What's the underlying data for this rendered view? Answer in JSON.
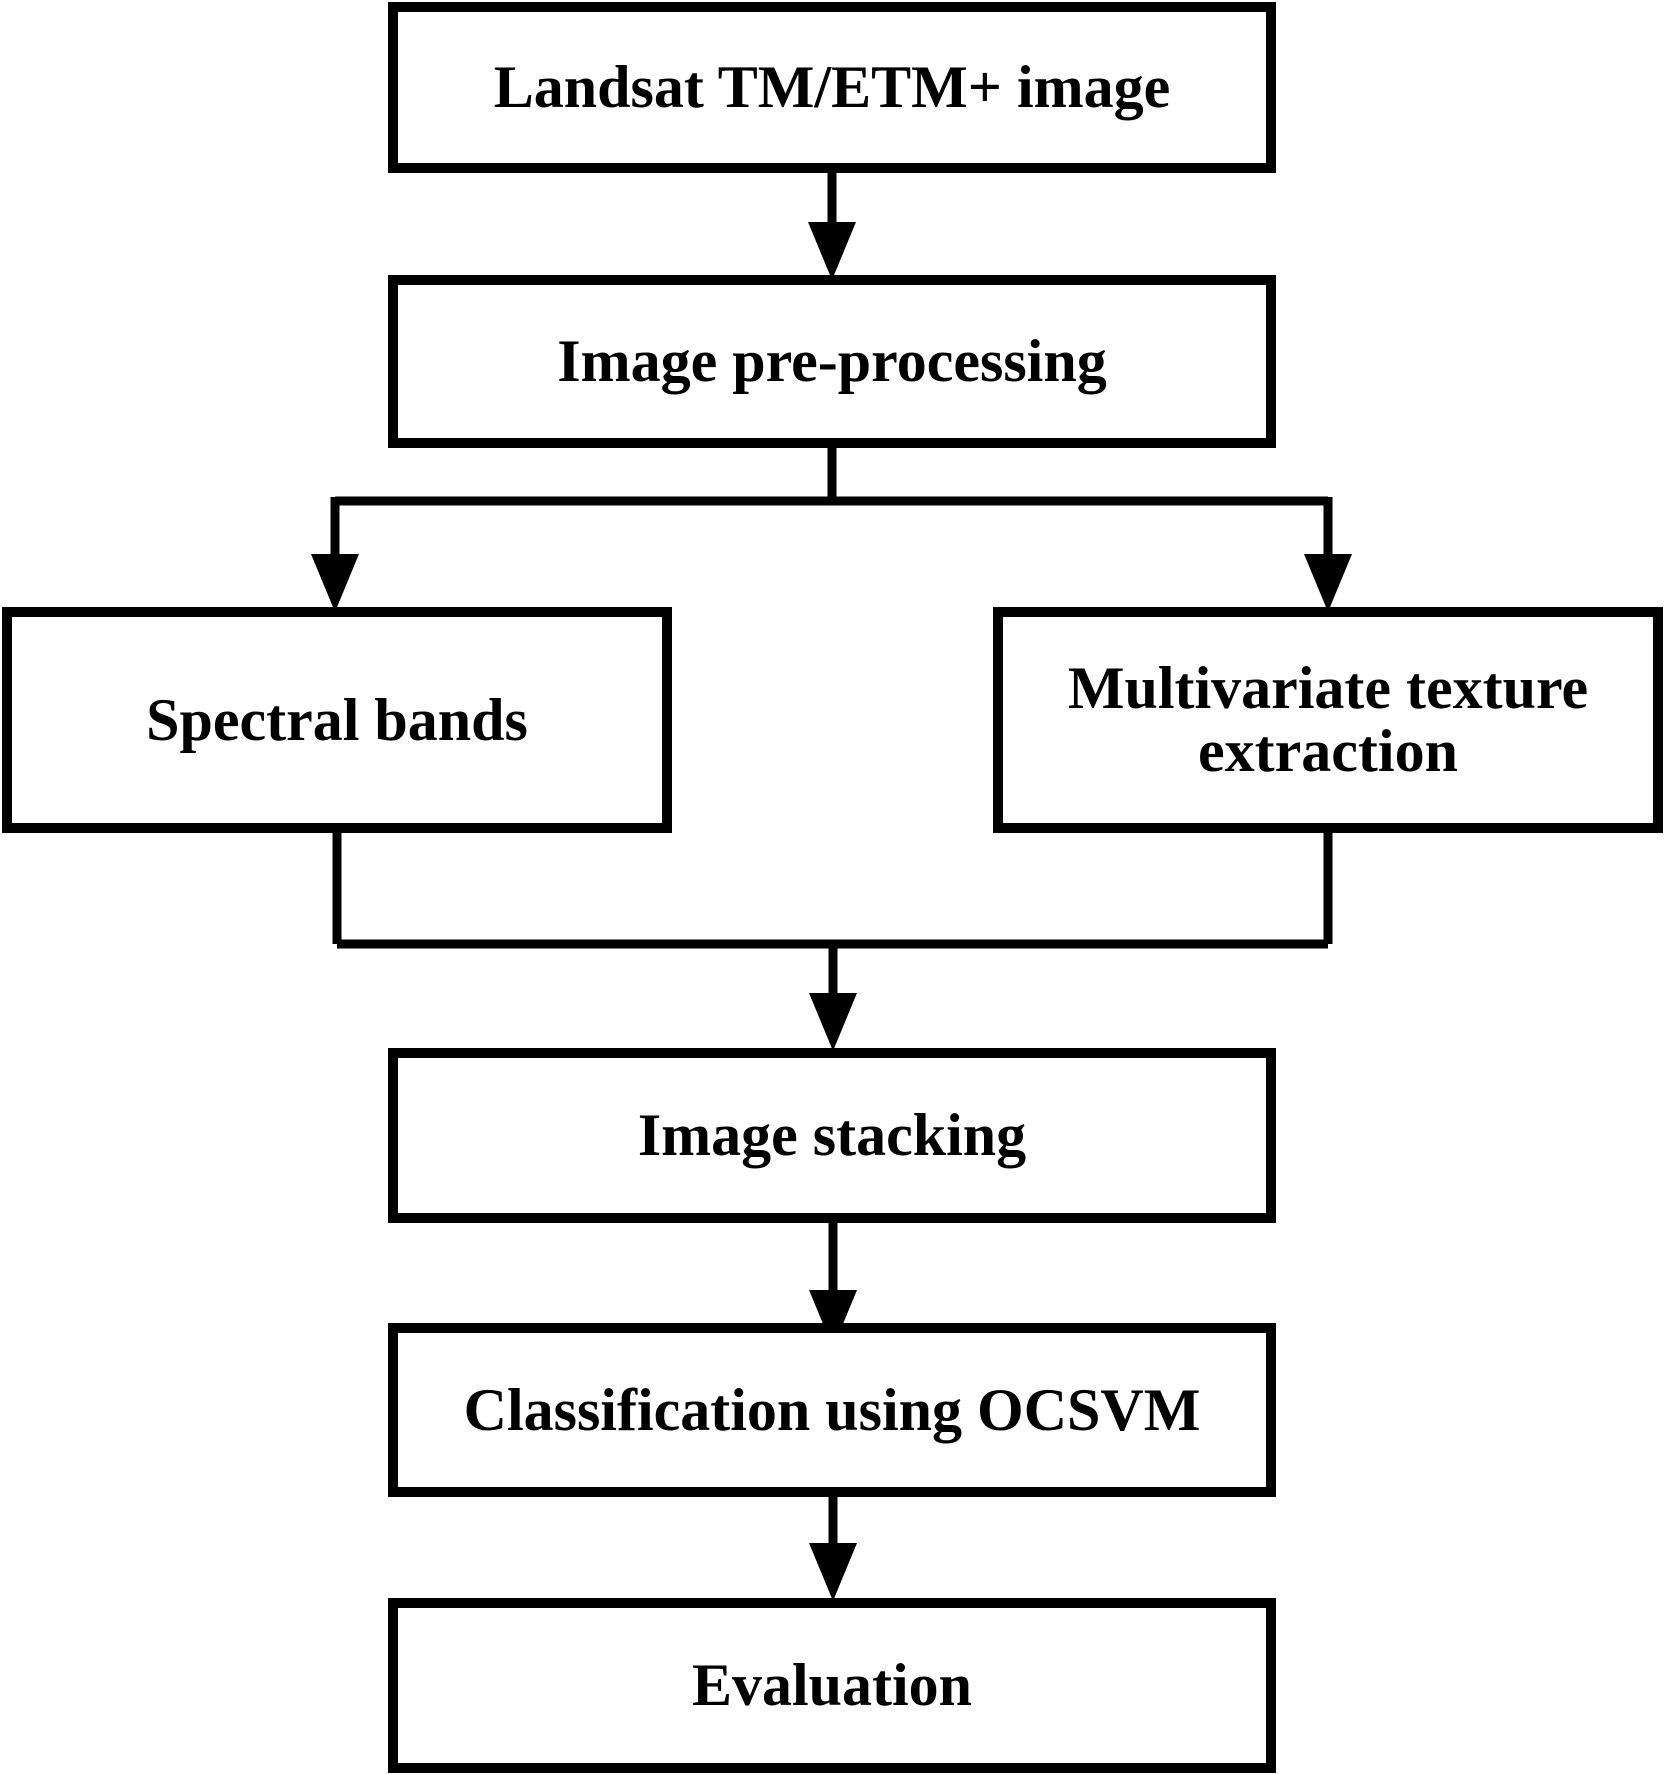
{
  "diagram": {
    "type": "flowchart",
    "colors": {
      "stroke": "#000000",
      "fill": "#ffffff"
    },
    "nodes": {
      "landsat": {
        "label": "Landsat TM/ETM+ image"
      },
      "preprocessing": {
        "label": "Image pre-processing"
      },
      "spectral": {
        "label": "Spectral bands"
      },
      "texture": {
        "label": "Multivariate texture extraction"
      },
      "stacking": {
        "label": "Image stacking"
      },
      "classification": {
        "label": "Classification using OCSVM"
      },
      "evaluation": {
        "label": "Evaluation"
      }
    },
    "edges": [
      {
        "from": "landsat",
        "to": "preprocessing"
      },
      {
        "from": "preprocessing",
        "to": "spectral"
      },
      {
        "from": "preprocessing",
        "to": "texture"
      },
      {
        "from": "spectral",
        "to": "stacking"
      },
      {
        "from": "texture",
        "to": "stacking"
      },
      {
        "from": "stacking",
        "to": "classification"
      },
      {
        "from": "classification",
        "to": "evaluation"
      }
    ]
  }
}
